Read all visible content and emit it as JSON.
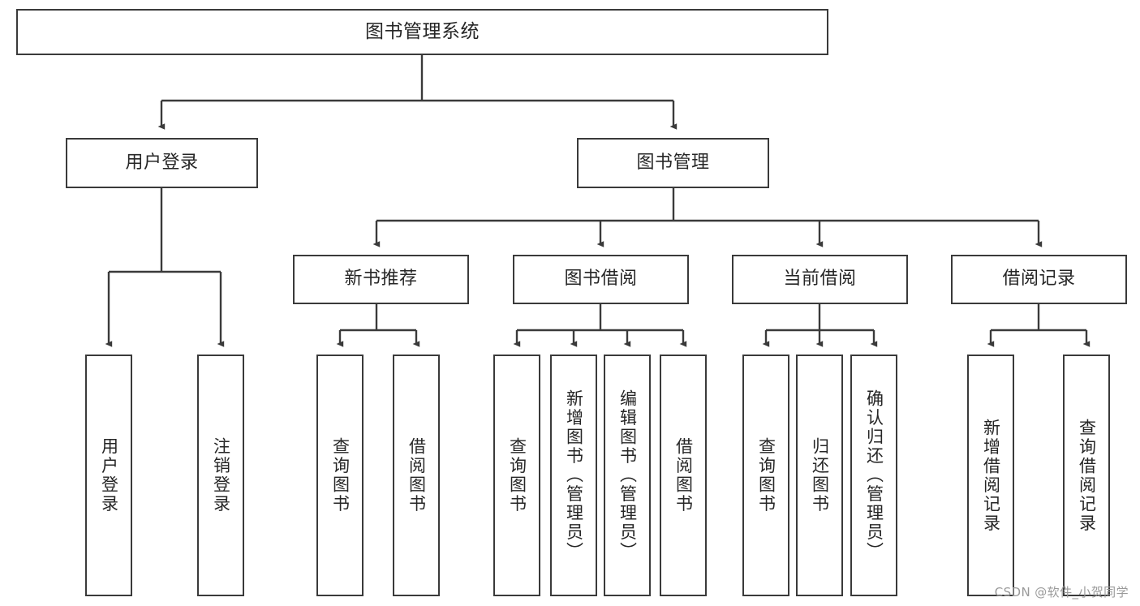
{
  "diagram": {
    "type": "tree",
    "title": "图书管理系统",
    "watermark": "CSDN @软件_小贺同学",
    "colors": {
      "border": "#3a3a3a",
      "text": "#262626",
      "background": "#ffffff",
      "connector": "#3a3a3a",
      "watermark": "#9a9a9a"
    },
    "nodes": {
      "root": {
        "label": "图书管理系统"
      },
      "level1": [
        {
          "label": "用户登录"
        },
        {
          "label": "图书管理"
        }
      ],
      "level2": [
        {
          "label": "新书推荐"
        },
        {
          "label": "图书借阅"
        },
        {
          "label": "当前借阅"
        },
        {
          "label": "借阅记录"
        }
      ],
      "leaves": [
        {
          "label": "用户登录",
          "parent": "用户登录"
        },
        {
          "label": "注销登录",
          "parent": "用户登录"
        },
        {
          "label": "查询图书",
          "parent": "新书推荐"
        },
        {
          "label": "借阅图书",
          "parent": "新书推荐"
        },
        {
          "label": "查询图书",
          "parent": "图书借阅"
        },
        {
          "label": "新增图书（管理员）",
          "parent": "图书借阅"
        },
        {
          "label": "编辑图书（管理员）",
          "parent": "图书借阅"
        },
        {
          "label": "借阅图书",
          "parent": "图书借阅"
        },
        {
          "label": "查询图书",
          "parent": "当前借阅"
        },
        {
          "label": "归还图书",
          "parent": "当前借阅"
        },
        {
          "label": "确认归还（管理员）",
          "parent": "当前借阅"
        },
        {
          "label": "新增借阅记录",
          "parent": "借阅记录"
        },
        {
          "label": "查询借阅记录",
          "parent": "借阅记录"
        }
      ]
    }
  }
}
